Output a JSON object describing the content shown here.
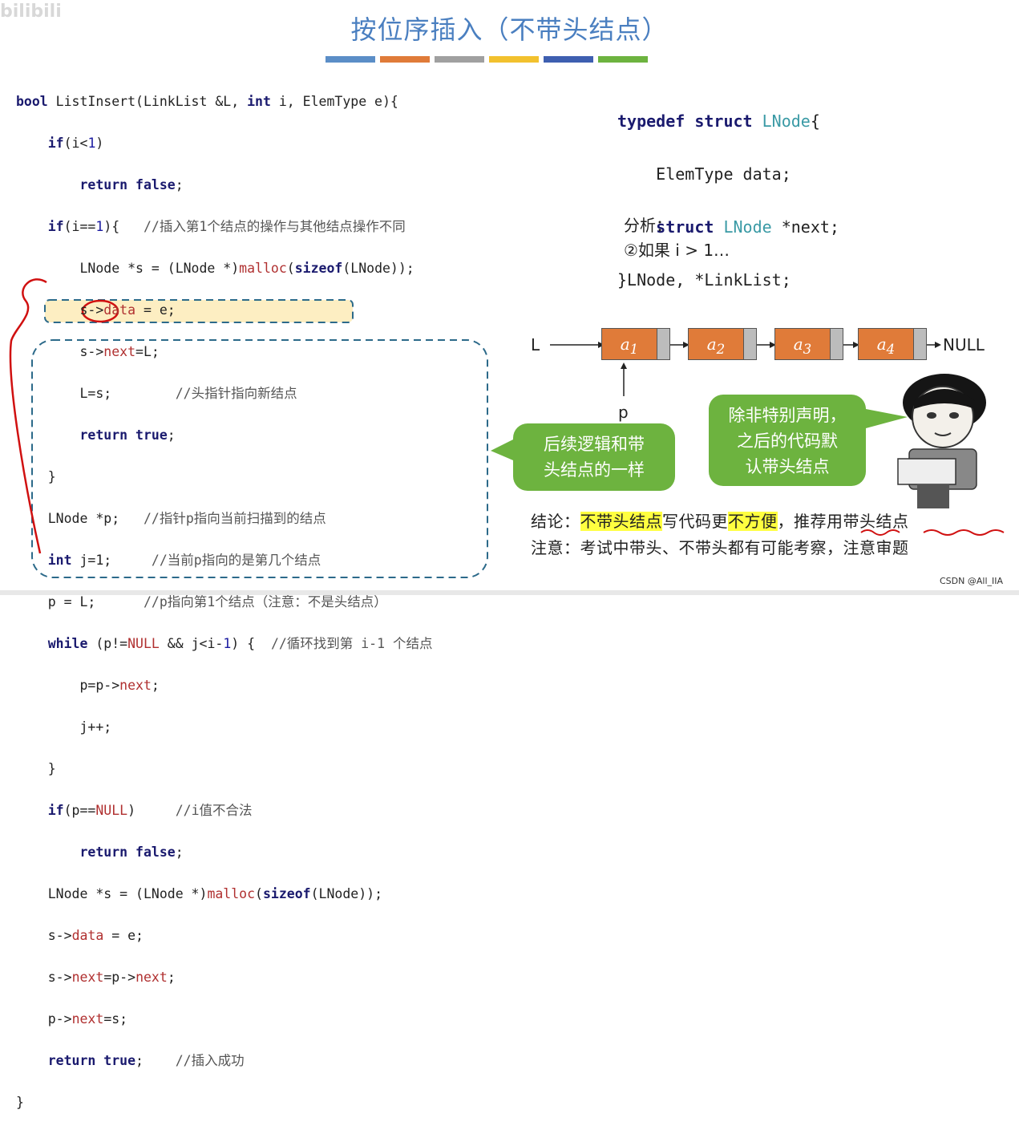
{
  "watermark": "bilibili",
  "title": "按位序插入（不带头结点）",
  "color_bars": [
    "#5b8ec7",
    "#e07b39",
    "#a0a0a0",
    "#f2c12e",
    "#3e5fb0",
    "#6db33f"
  ],
  "code": {
    "l1": {
      "a": "bool",
      "b": " ListInsert(LinkList &L, ",
      "c": "int",
      "d": " i, ElemType e){"
    },
    "l2": {
      "a": "if",
      "b": "(i<",
      "c": "1",
      "d": ")"
    },
    "l3": {
      "a": "return false",
      "b": ";"
    },
    "l4": {
      "a": "if",
      "b": "(i==",
      "c": "1",
      "d": "){   ",
      "e": "//插入第1个结点的操作与其他结点操作不同"
    },
    "l5": {
      "a": "LNode *s = (LNode *)",
      "b": "malloc",
      "c": "(",
      "d": "sizeof",
      "e": "(LNode));"
    },
    "l6": {
      "a": "s->",
      "b": "data",
      "c": " = e;"
    },
    "l7": {
      "a": "s->",
      "b": "next",
      "c": "=L;"
    },
    "l8": {
      "a": "L=s;        ",
      "b": "//头指针指向新结点"
    },
    "l9": {
      "a": "return true",
      "b": ";"
    },
    "l10": {
      "a": "}"
    },
    "l11": {
      "a": "LNode *p;   ",
      "b": "//指针p指向当前扫描到的结点"
    },
    "l12": {
      "a": "int",
      "b": " j=1;     ",
      "c": "//当前p指向的是第几个结点"
    },
    "l13": {
      "a": "p = L;      ",
      "b": "//p指向第1个结点（注意：不是头结点）"
    },
    "l14": {
      "a": "while",
      "b": " (p!=",
      "c": "NULL",
      "d": " && j<i-",
      "e": "1",
      "f": ") {  ",
      "g": "//循环找到第 i-1 个结点"
    },
    "l15": {
      "a": "p=p->",
      "b": "next",
      "c": ";"
    },
    "l16": {
      "a": "j++;"
    },
    "l17": {
      "a": "}"
    },
    "l18": {
      "a": "if",
      "b": "(p==",
      "c": "NULL",
      "d": ")     ",
      "e": "//i值不合法"
    },
    "l19": {
      "a": "return false",
      "b": ";"
    },
    "l20": {
      "a": "LNode *s = (LNode *)",
      "b": "malloc",
      "c": "(",
      "d": "sizeof",
      "e": "(LNode));"
    },
    "l21": {
      "a": "s->",
      "b": "data",
      "c": " = e;"
    },
    "l22": {
      "a": "s->",
      "b": "next",
      "c": "=p->",
      "d": "next",
      "e": ";"
    },
    "l23": {
      "a": "p->",
      "b": "next",
      "c": "=s;"
    },
    "l24": {
      "a": "return true",
      "b": ";    ",
      "c": "//插入成功"
    },
    "l25": {
      "a": "}"
    }
  },
  "typedef": {
    "l1": {
      "a": "typedef struct ",
      "b": "LNode",
      "c": "{"
    },
    "l2": {
      "a": "ElemType data;"
    },
    "l3": {
      "a": "struct ",
      "b": "LNode",
      "c": " *next;"
    },
    "l4": {
      "a": "}LNode, *LinkList;"
    }
  },
  "analysis": {
    "label": "分析：",
    "item": "②如果 i > 1…"
  },
  "list": {
    "head_label": "L",
    "nodes": [
      "a",
      "a",
      "a",
      "a"
    ],
    "subs": [
      "1",
      "2",
      "3",
      "4"
    ],
    "null_label": "NULL",
    "pointer_label": "p"
  },
  "bubbles": {
    "left": [
      "后续逻辑和带",
      "头结点的一样"
    ],
    "right": [
      "除非特别声明，",
      "之后的代码默",
      "认带头结点"
    ]
  },
  "conclusion": {
    "l1": {
      "a": "结论：",
      "b": "不带头结点",
      "c": "写代码更",
      "d": "不方便",
      "e": "，推荐用带头结点"
    },
    "l2": "注意：考试中带头、不带头都有可能考察，注意审题"
  },
  "credit": "CSDN @All_IIA"
}
